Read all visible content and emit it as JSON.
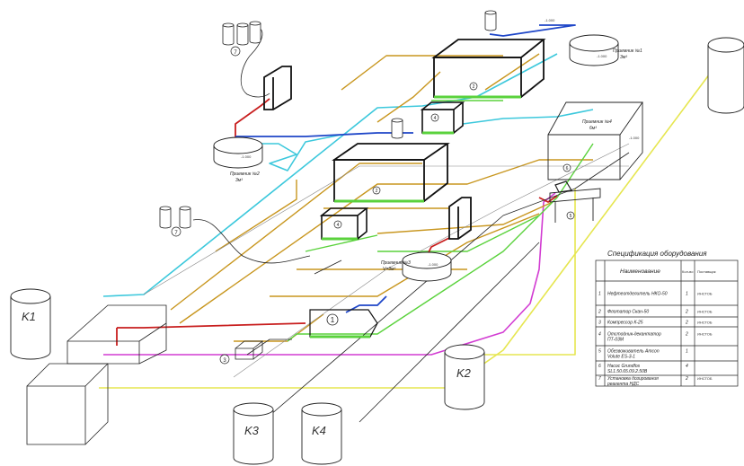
{
  "tanks": {
    "k1": "K1",
    "k2": "K2",
    "k3": "K3",
    "k4": "K4"
  },
  "receivers": {
    "r1": {
      "name": "Приемник №1",
      "volume": "3м³"
    },
    "r2": {
      "name": "Приемник №2",
      "volume": "3м³"
    },
    "r3": {
      "name": "Приемник №3",
      "volume": "V=3м³"
    },
    "r4": {
      "name": "Приемник №4",
      "volume": "6м³"
    }
  },
  "markers": [
    "1",
    "2",
    "3",
    "4",
    "5",
    "6",
    "7"
  ],
  "level_marks": [
    "-1.000",
    "-1.000",
    "-1.000",
    "-1.000",
    "-1.000"
  ],
  "spec": {
    "title": "Спецификация оборудования",
    "columns": [
      "Наименование",
      "Кол-во",
      "Поставщик"
    ],
    "rows": [
      {
        "n": "1",
        "name": "Нефтеотделитель НКО-50",
        "qty": "1",
        "supplier": "ИНСТОБ"
      },
      {
        "n": "2",
        "name": "Флотатор Скан-50",
        "qty": "2",
        "supplier": "ИНСТОБ"
      },
      {
        "n": "3",
        "name": "Компрессор К-25",
        "qty": "2",
        "supplier": "ИНСТОБ"
      },
      {
        "n": "4",
        "name": "Отстойник-декантатор ПТ-03М",
        "qty": "2",
        "supplier": "ИНСТОБ"
      },
      {
        "n": "5",
        "name": "Обезвоживатель Amcon Volute ES-3-1",
        "qty": "1",
        "supplier": ""
      },
      {
        "n": "6",
        "name": "Насос Grundfos SL1.50.65.09.2.50B",
        "qty": "4",
        "supplier": ""
      },
      {
        "n": "7",
        "name": "Установка дозирования реагента НДС",
        "qty": "2",
        "supplier": "ИНСТОБ"
      }
    ]
  },
  "colors": {
    "cyan": "#3cc8dc",
    "ochre": "#c8961e",
    "green": "#5ad23c",
    "magenta": "#d23cd2",
    "yellow": "#e6e650",
    "red": "#c81e1e",
    "blue": "#1e46c8",
    "line": "#222222"
  }
}
